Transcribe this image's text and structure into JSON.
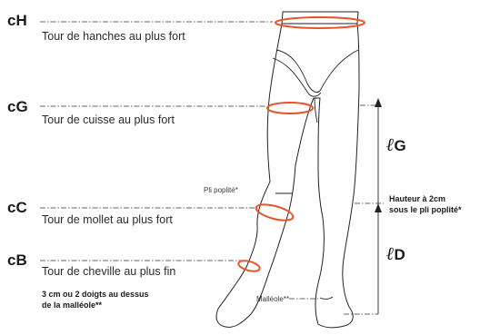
{
  "measures": {
    "ch": {
      "code": "cH",
      "label": "Tour de hanches au plus fort"
    },
    "cg": {
      "code": "cG",
      "label": "Tour de cuisse au plus fort"
    },
    "cc": {
      "code": "cC",
      "label": "Tour de mollet au plus fort"
    },
    "cb": {
      "code": "cB",
      "label": "Tour de cheville au plus fin"
    }
  },
  "ankle_note": {
    "line1": "3 cm ou 2 doigts au dessus",
    "line2": "de la malléole**"
  },
  "pli_label": "Pli poplité*",
  "malleole_label": "Malléole**",
  "heights": {
    "lg": {
      "script": "ℓ",
      "letter": "G"
    },
    "ld": {
      "script": "ℓ",
      "letter": "D"
    },
    "hauteur_line1": "Hauteur à 2cm",
    "hauteur_line2": "sous le pli poplité*"
  },
  "colors": {
    "ring": "#e8542a",
    "ink": "#1a1a1a"
  }
}
